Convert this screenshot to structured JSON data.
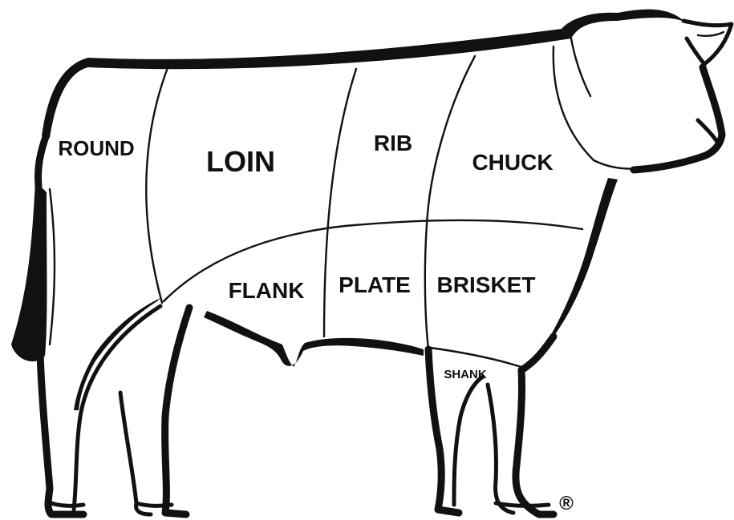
{
  "labels": {
    "round": "ROUND",
    "loin": "LOIN",
    "rib": "RIB",
    "chuck": "CHUCK",
    "flank": "FLANK",
    "plate": "PLATE",
    "brisket": "BRISKET",
    "shank": "SHANK"
  },
  "registered_mark": "®",
  "colors": {
    "ink": "#111111",
    "background": "#ffffff"
  }
}
